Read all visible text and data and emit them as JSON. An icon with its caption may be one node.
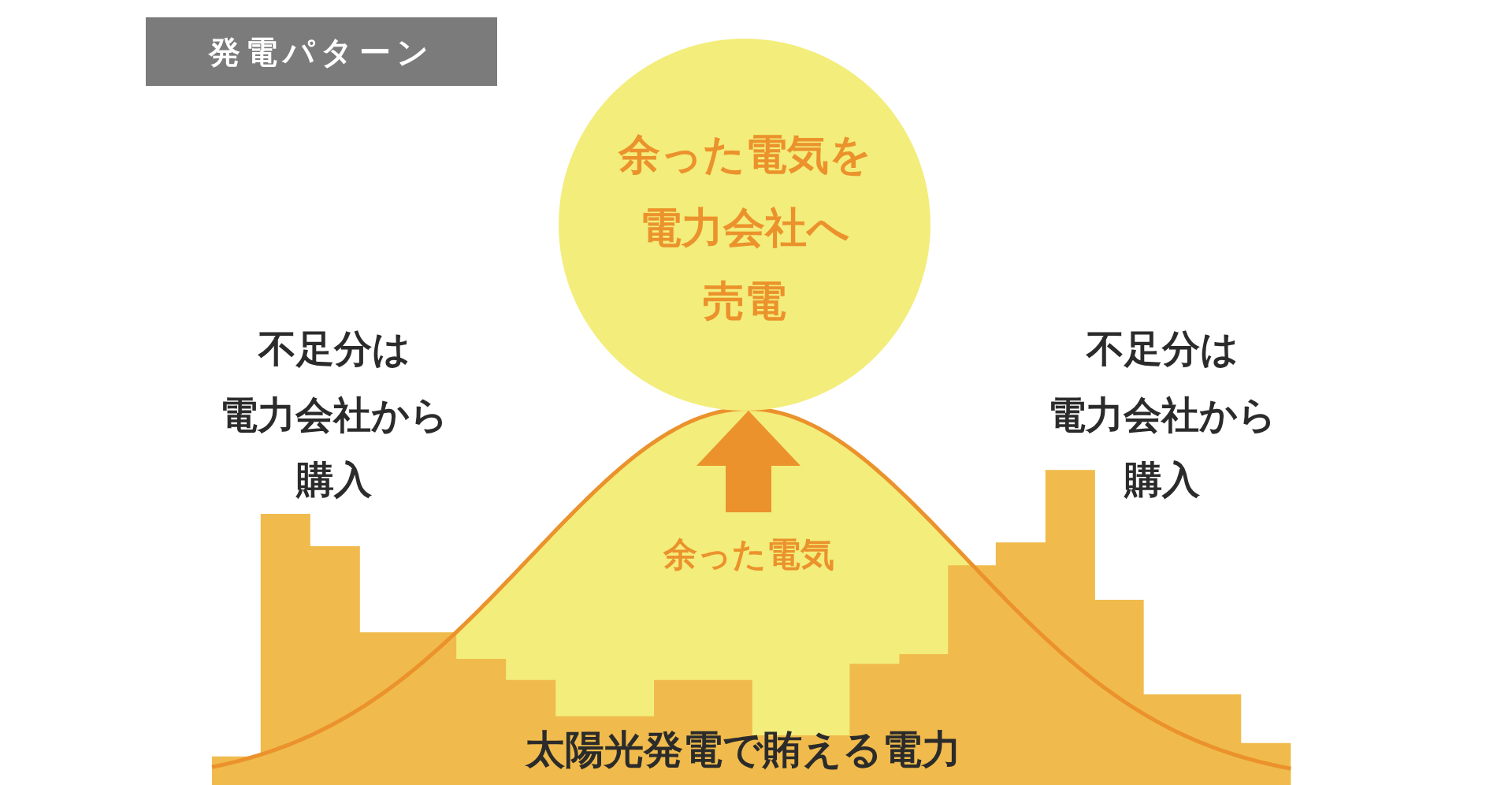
{
  "diagram": {
    "title": "発電パターン",
    "nodes": [
      {
        "text": [
          "余った電気を",
          "電力会社へ",
          "売電"
        ]
      },
      {
        "text": [
          "余った電気"
        ]
      }
    ],
    "edges": [
      {
        "from": 1,
        "to": 0,
        "arrow": "to"
      }
    ],
    "labels": [
      "不足分は",
      "電力会社から",
      "購入",
      "不足分は",
      "電力会社から",
      "購入",
      "太陽光発電で賄える電力"
    ]
  }
}
